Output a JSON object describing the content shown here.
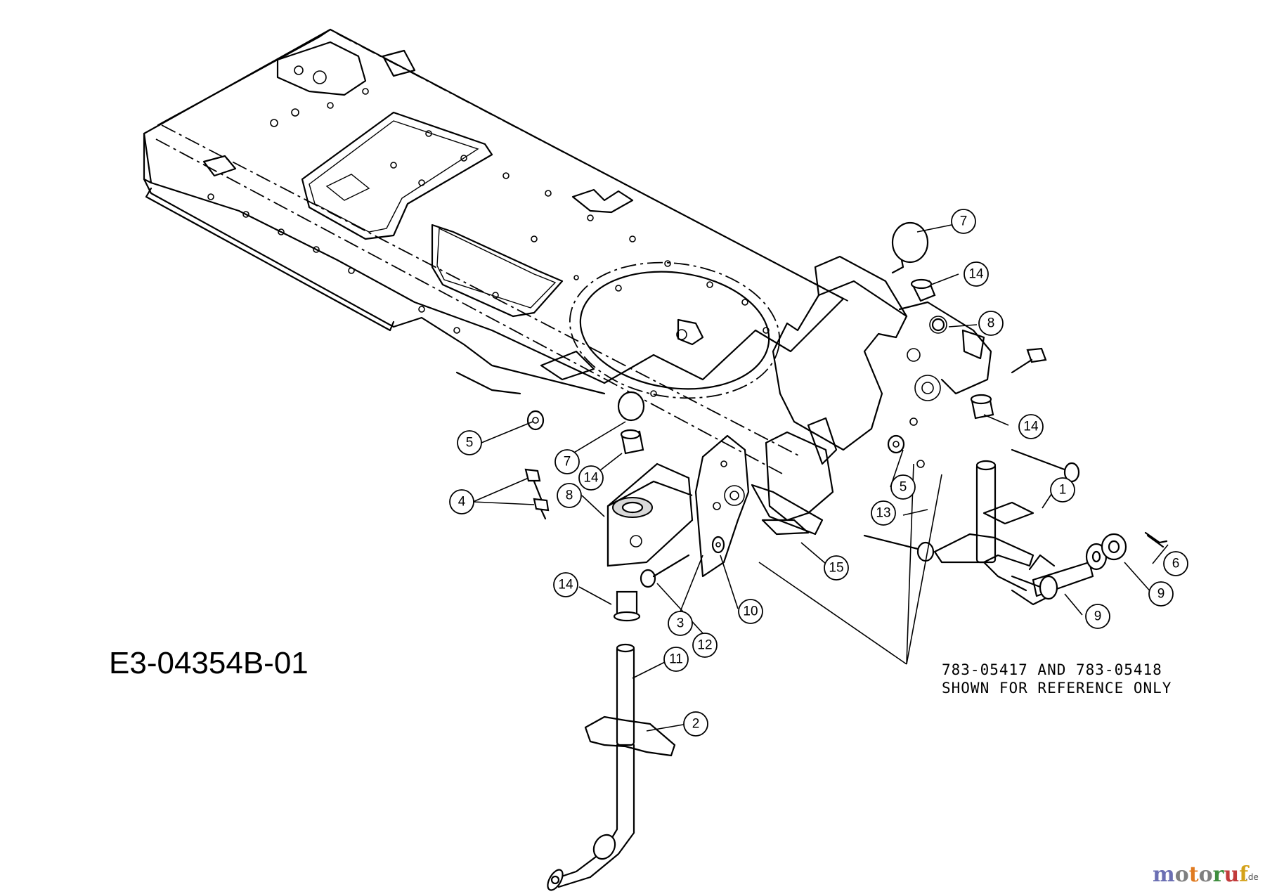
{
  "diagram": {
    "drawing_code": "E3-04354B-01",
    "reference_note": {
      "line1": "783-05417 AND 783-05418",
      "line2": "SHOWN FOR REFERENCE ONLY"
    },
    "watermark": {
      "brand": "motoruf",
      "suffix": ".de",
      "colors": {
        "m": "#6b6fb3",
        "o1": "#7f7f7f",
        "t": "#e07a1f",
        "o2": "#7f7f7f",
        "r": "#3e8e3e",
        "u": "#c23b3b",
        "f": "#d4a21a"
      }
    },
    "callouts": [
      {
        "id": "c1",
        "num": "1"
      },
      {
        "id": "c2",
        "num": "2"
      },
      {
        "id": "c3",
        "num": "3"
      },
      {
        "id": "c4",
        "num": "4"
      },
      {
        "id": "c5a",
        "num": "5"
      },
      {
        "id": "c5b",
        "num": "5"
      },
      {
        "id": "c6",
        "num": "6"
      },
      {
        "id": "c7a",
        "num": "7"
      },
      {
        "id": "c7b",
        "num": "7"
      },
      {
        "id": "c8a",
        "num": "8"
      },
      {
        "id": "c8b",
        "num": "8"
      },
      {
        "id": "c9a",
        "num": "9"
      },
      {
        "id": "c9b",
        "num": "9"
      },
      {
        "id": "c10",
        "num": "10"
      },
      {
        "id": "c11",
        "num": "11"
      },
      {
        "id": "c12",
        "num": "12"
      },
      {
        "id": "c13",
        "num": "13"
      },
      {
        "id": "c14a",
        "num": "14"
      },
      {
        "id": "c14b",
        "num": "14"
      },
      {
        "id": "c14c",
        "num": "14"
      },
      {
        "id": "c14d",
        "num": "14"
      },
      {
        "id": "c15",
        "num": "15"
      }
    ]
  }
}
